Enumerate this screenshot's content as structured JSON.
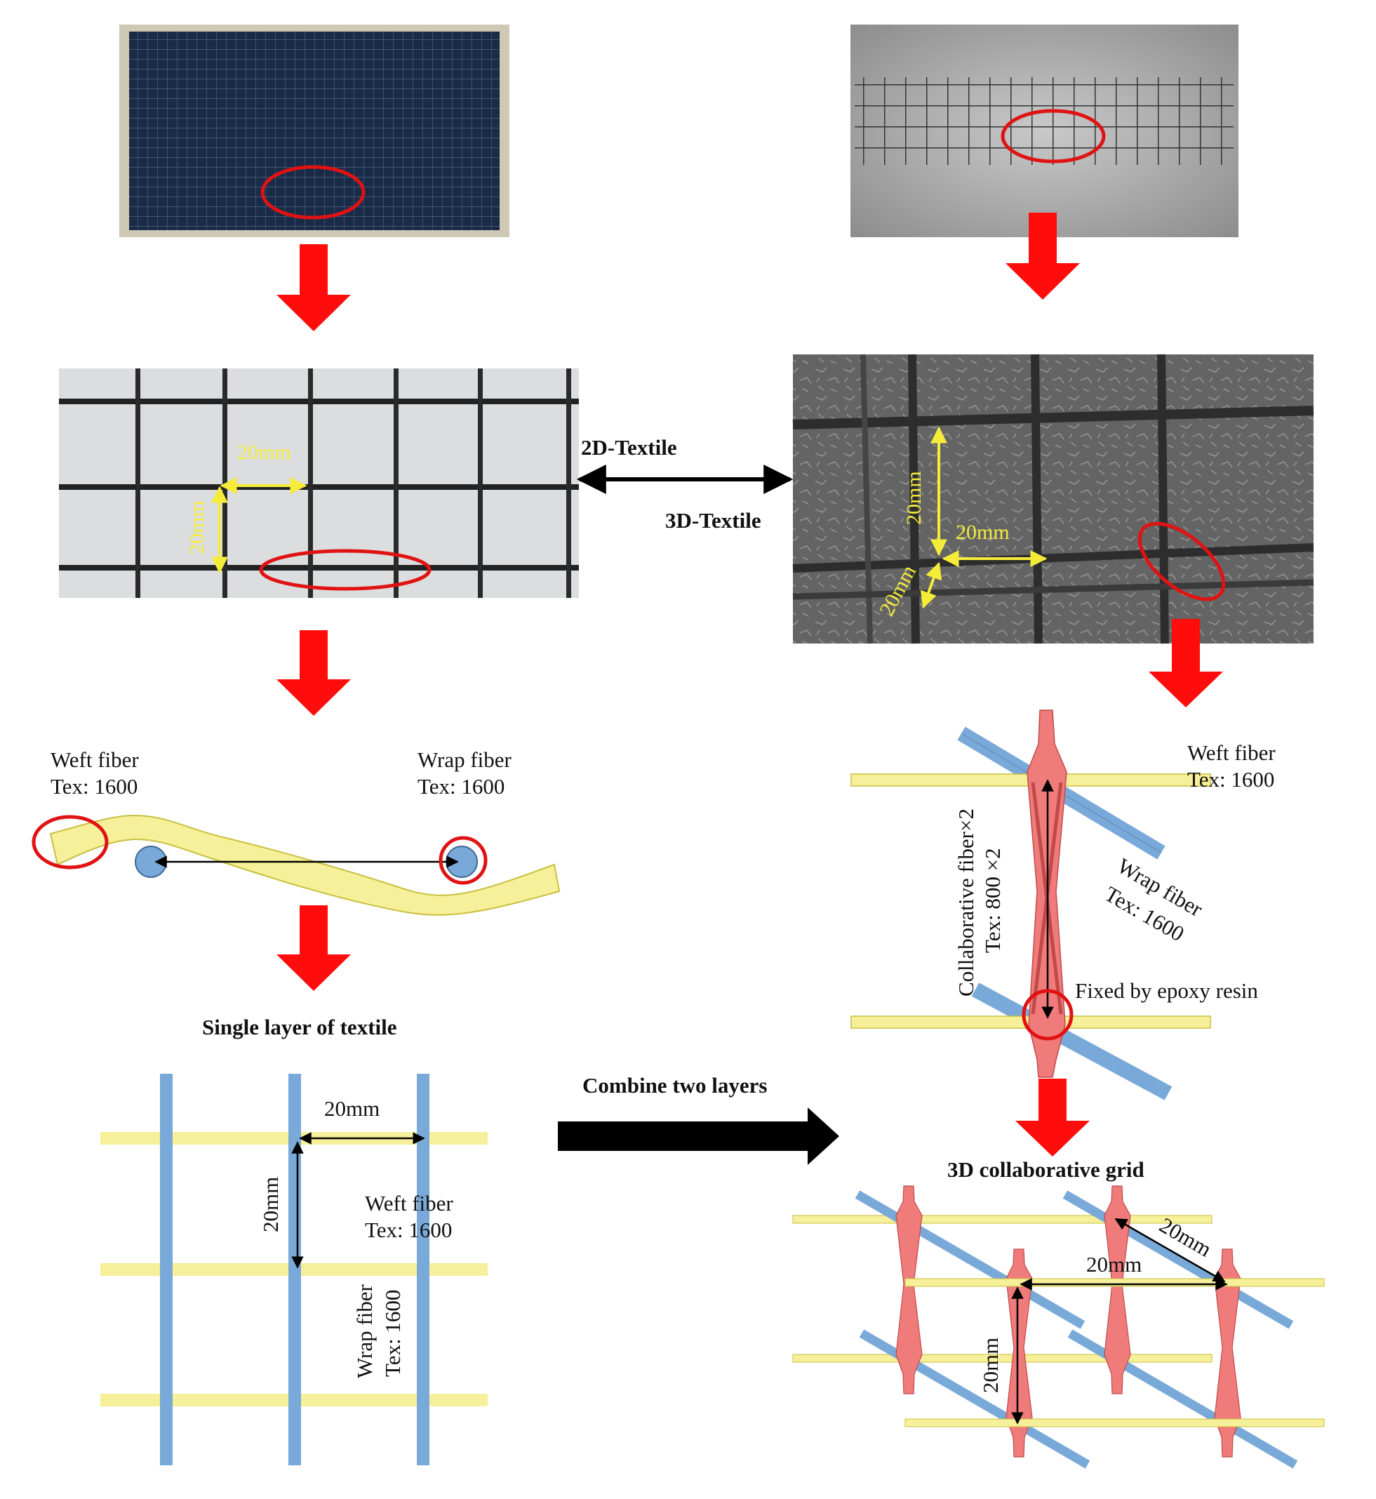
{
  "labels": {
    "textile_2d": "2D-Textile",
    "textile_3d": "3D-Textile",
    "combine": "Combine two layers",
    "single_layer": "Single layer of textile",
    "grid_3d": "3D collaborative grid",
    "weft_fiber": "Weft fiber",
    "wrap_fiber": "Wrap fiber",
    "tex_1600": "Tex: 1600",
    "collab_fiber": "Collaborative fiber×2",
    "tex_800x2": "Tex: 800 ×2",
    "fixed_epoxy": "Fixed by epoxy resin",
    "dim_20mm": "20mm"
  },
  "colors": {
    "arrow_red": "#ff0d0d",
    "circle_red": "#e01212",
    "weft_yellow": "#f7f09a",
    "wrap_blue": "#79a9d8",
    "collab_red": "#f07b7b",
    "dim_yellow": "#f5ec3a",
    "black": "#000000"
  }
}
